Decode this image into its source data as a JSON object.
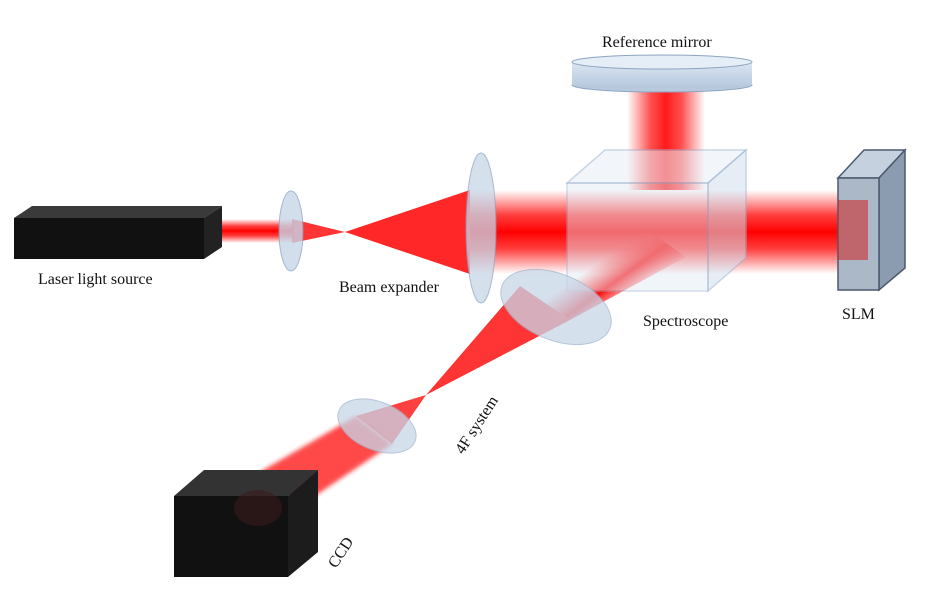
{
  "diagram": {
    "labels": {
      "laser": "Laser light source",
      "beam_expander": "Beam expander",
      "reference_mirror": "Reference mirror",
      "spectroscope": "Spectroscope",
      "slm": "SLM",
      "four_f": "4F system",
      "ccd": "CCD"
    },
    "colors": {
      "beam": "#ff1a1a",
      "lens": "#c8d6e8",
      "cube": "#dfe9f3",
      "device_black": "#111111",
      "slm_panel": "#aab8c8"
    }
  }
}
